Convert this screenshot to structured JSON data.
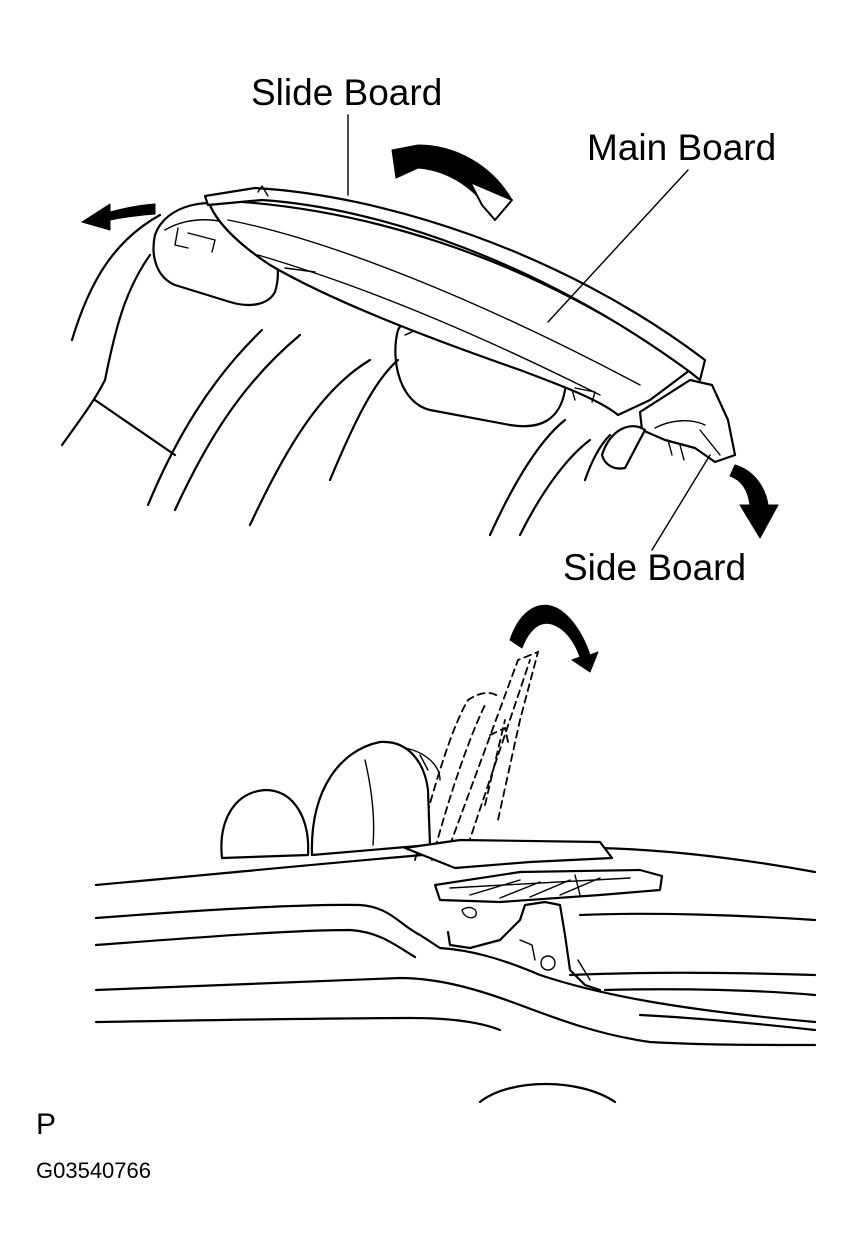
{
  "labels": {
    "slide_board": "Slide Board",
    "main_board": "Main Board",
    "side_board": "Side Board",
    "view_marker": "P",
    "figure_code": "G03540766"
  },
  "icons": {
    "removal_arrows": "curved-arrow-icon"
  },
  "colors": {
    "line": "#000000",
    "background": "#ffffff"
  }
}
